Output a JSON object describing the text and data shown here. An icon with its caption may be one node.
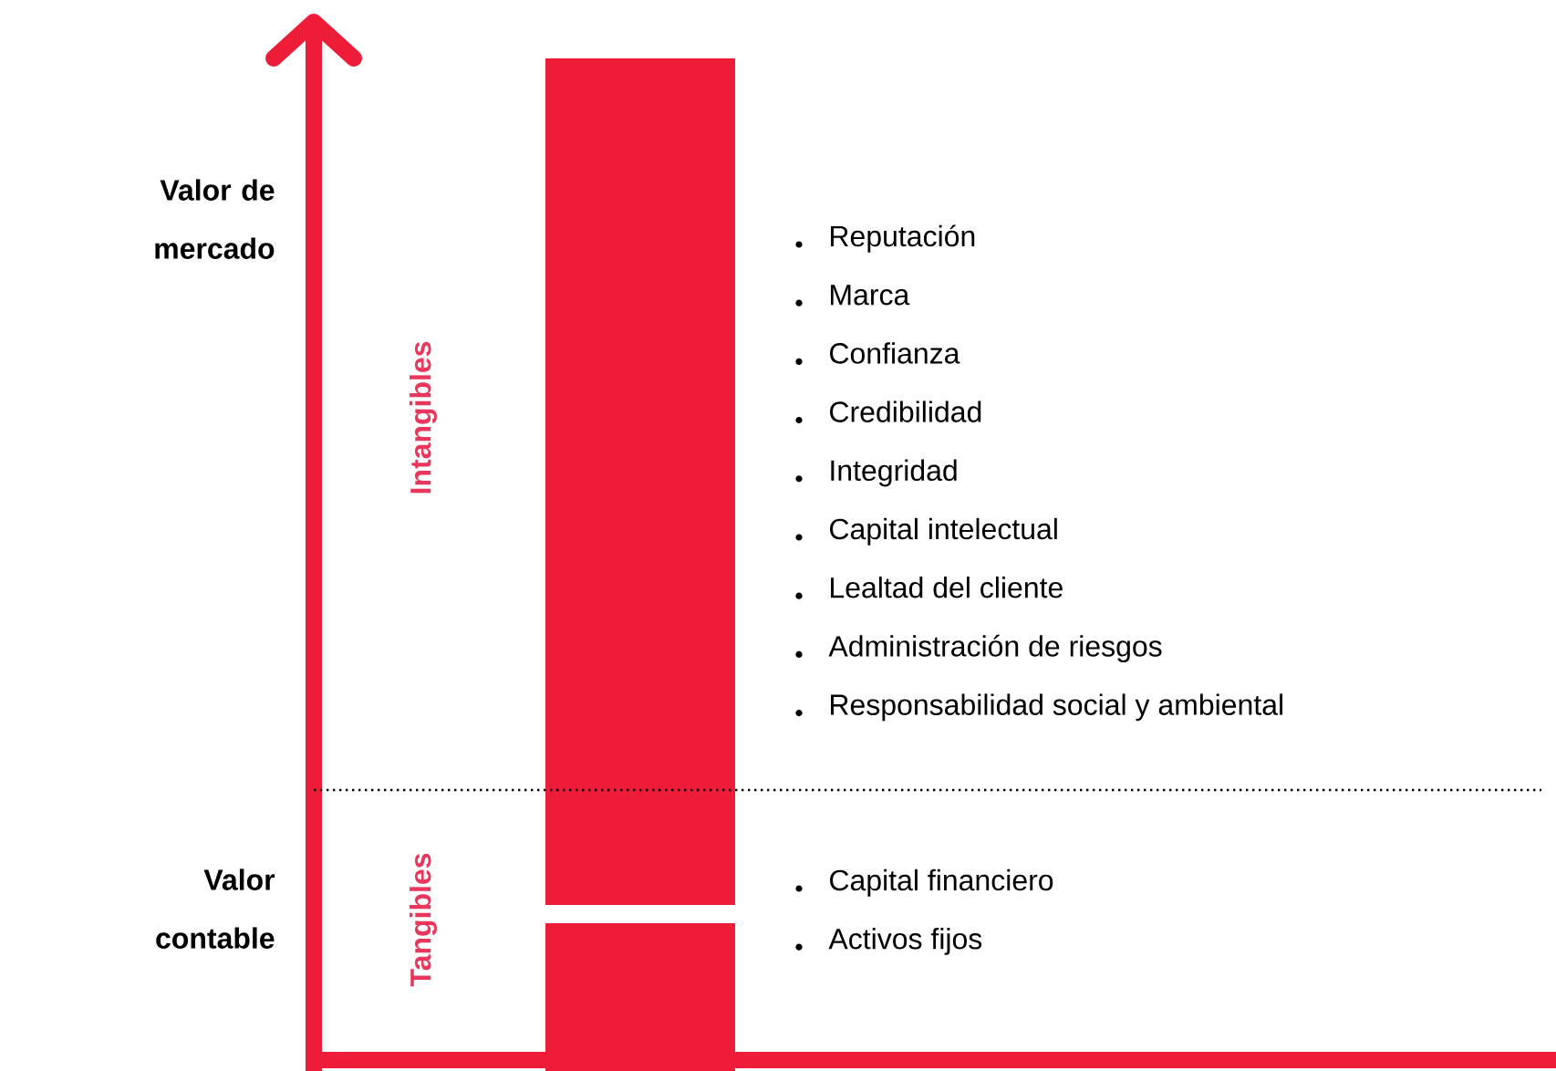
{
  "diagram": {
    "labels": [
      "Valor de mercado",
      "Intangibles",
      "Reputación",
      "Marca",
      "Confianza",
      "Credibilidad",
      "Integridad",
      "Capital intelectual",
      "Lealtad del cliente",
      "Administración de riesgos",
      "Responsabilidad social y ambiental",
      "Valor contable",
      "Tangibles",
      "Capital financiero",
      "Activos fijos"
    ]
  }
}
